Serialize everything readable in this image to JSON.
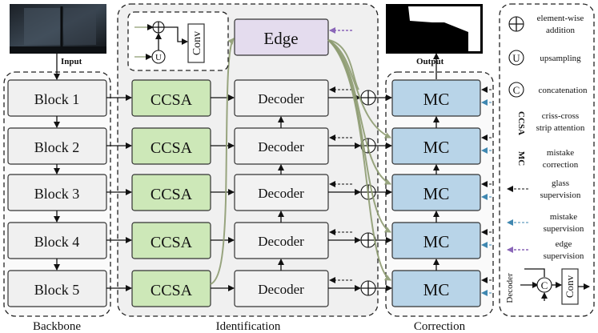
{
  "labels": {
    "input": "Input",
    "output": "Output",
    "backbone": "Backbone",
    "identification": "Identification",
    "correction": "Correction",
    "edge": "Edge",
    "conv": "Conv",
    "upsample_symbol": "U",
    "concat_symbol": "C",
    "decoder_rotated": "Decoder"
  },
  "blocks": [
    "Block 1",
    "Block 2",
    "Block 3",
    "Block 4",
    "Block 5"
  ],
  "ccsa": [
    "CCSA",
    "CCSA",
    "CCSA",
    "CCSA",
    "CCSA"
  ],
  "decoders": [
    "Decoder",
    "Decoder",
    "Decoder",
    "Decoder",
    "Decoder"
  ],
  "mc": [
    "MC",
    "MC",
    "MC",
    "MC",
    "MC"
  ],
  "legend": {
    "addition": [
      "element-wise",
      "addition"
    ],
    "upsampling": "upsampling",
    "concatenation": "concatenation",
    "ccsa_abbr": "CCSA",
    "ccsa_desc": [
      "criss-cross",
      "strip attention"
    ],
    "mc_abbr": "MC",
    "mc_desc": [
      "mistake",
      "correction"
    ],
    "glass": [
      "glass",
      "supervision"
    ],
    "mistake": [
      "mistake",
      "supervision"
    ],
    "edge": [
      "edge",
      "supervision"
    ]
  },
  "colors": {
    "ccsa_fill": "#cde8b8",
    "mc_fill": "#b8d4e8",
    "edge_fill": "#e4dcee",
    "feature_path": "#8e9c72",
    "mistake_supervision": "#3f87b0",
    "edge_supervision": "#8a66b8"
  }
}
